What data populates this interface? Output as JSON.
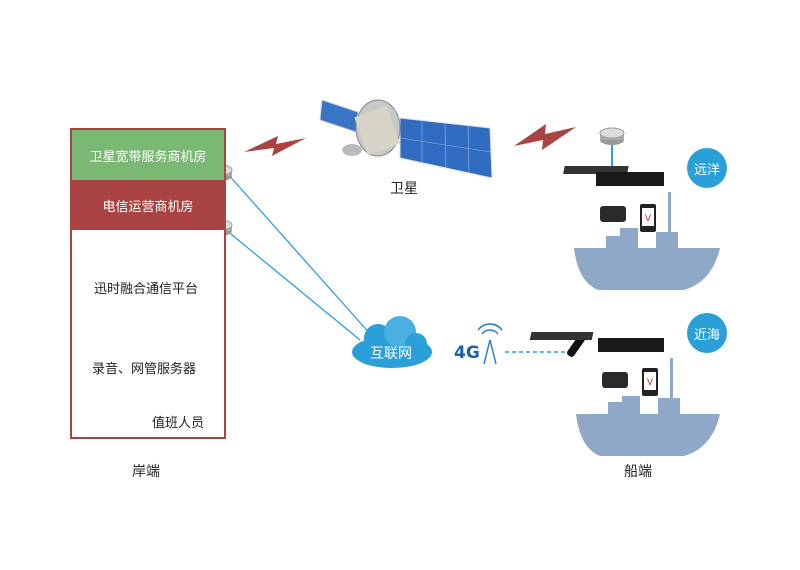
{
  "shore": {
    "satellite_room": "卫星宽带服务商机房",
    "telecom_room": "电信运营商机房",
    "platform": "迅时融合通信平台",
    "servers": "录音、网管服务器",
    "operator": "值班人员",
    "label": "岸端"
  },
  "satellite": {
    "label": "卫星"
  },
  "network": {
    "internet": "互联网",
    "mobile": "4G"
  },
  "ship": {
    "offshore_badge": "远洋",
    "nearshore_badge": "近海",
    "label": "船端"
  },
  "colors": {
    "green": "#7ab973",
    "red": "#a94442",
    "blue": "#2a9fd8",
    "hull": "#8fa8c8"
  }
}
